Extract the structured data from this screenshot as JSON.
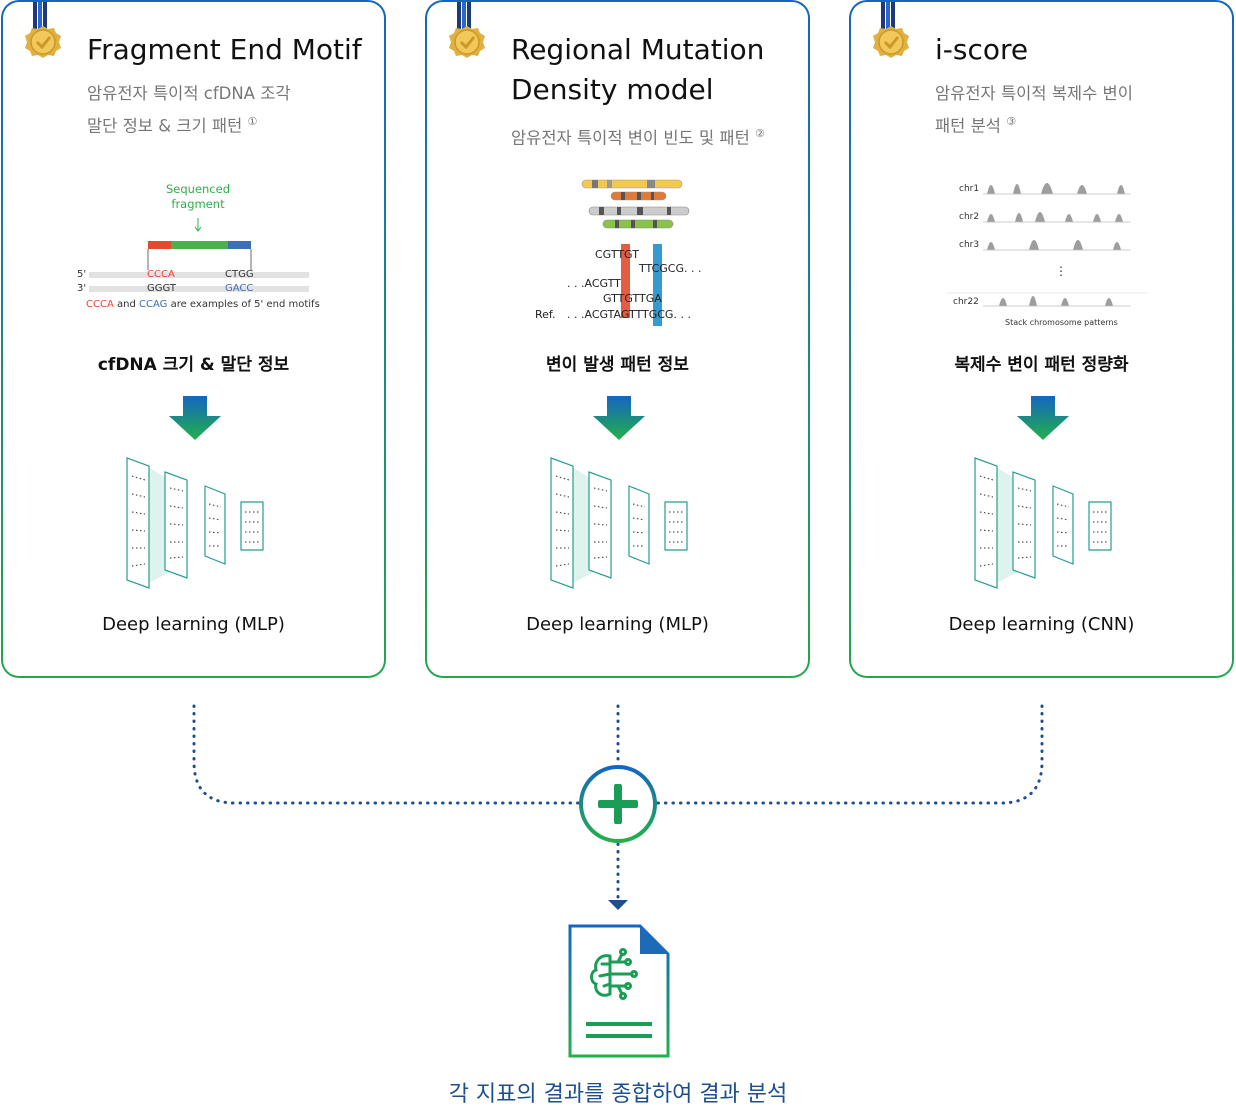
{
  "cards": [
    {
      "title": "Fragment End Motif",
      "subtitle_lines": [
        "암유전자 특이적 cfDNA 조각",
        "말단 정보 & 크기 패턴"
      ],
      "footnote": "①",
      "caption": "cfDNA 크기 & 말단 정보",
      "model_label": "Deep learning (MLP)",
      "illustration": {
        "header": [
          "Sequenced",
          "fragment"
        ],
        "strand5": "5'",
        "strand3": "3'",
        "left_top": "CCCA",
        "right_top": "CTGG",
        "left_bottom": "GGGT",
        "right_bottom": "GACC",
        "note_red": "CCCA",
        "note_and": "and",
        "note_blue": "CCAG",
        "note_rest": "are examples of 5' end motifs"
      }
    },
    {
      "title_lines": [
        "Regional Mutation",
        "Density model"
      ],
      "subtitle_lines": [
        "암유전자 특이적 변이 빈도 및 패턴"
      ],
      "footnote": "②",
      "caption": "변이 발생 패턴 정보",
      "model_label": "Deep learning (MLP)",
      "illustration": {
        "line1": "CGTTGT",
        "line2": "TTCGCG. . .",
        "line3": ". . .ACGTT",
        "line4": "GTTGTTGA",
        "ref_label": "Ref.",
        "ref_seq": ". . .ACGTAGTTTGCG. . ."
      }
    },
    {
      "title": "i-score",
      "subtitle_lines": [
        "암유전자 특이적 복제수 변이",
        "패턴 분석"
      ],
      "footnote": "③",
      "caption": "복제수 변이 패턴 정량화",
      "model_label": "Deep learning (CNN)",
      "illustration": {
        "chromosomes": [
          "chr1",
          "chr2",
          "chr3",
          "chr22"
        ],
        "ellipsis": "⋮",
        "footer": "Stack chromosome patterns"
      }
    }
  ],
  "result_label": "각 지표의 결과를 종합하여 결과 분석",
  "colors": {
    "blue": "#1565c0",
    "green": "#22a84a",
    "navy": "#1d4f8c",
    "red": "#e04a2f",
    "gold": "#e0b040"
  }
}
